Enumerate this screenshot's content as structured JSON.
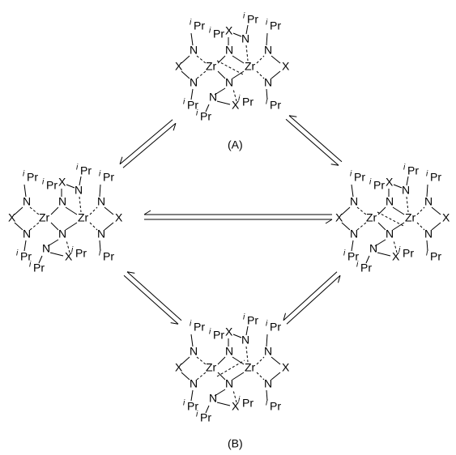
{
  "labels": {
    "metal": "Zr",
    "nitrogen": "N",
    "bridge": "X",
    "iso_prefix": "i",
    "isopropyl": "Pr",
    "caption_a": "(A)",
    "caption_b": "(B)"
  },
  "structures": [
    {
      "id": "A",
      "caption": "(A)",
      "position": "top"
    },
    {
      "id": "left",
      "caption": "",
      "position": "left"
    },
    {
      "id": "right",
      "caption": "",
      "position": "right"
    },
    {
      "id": "B",
      "caption": "(B)",
      "position": "bottom"
    }
  ],
  "equilibria": [
    {
      "from": "left",
      "to": "A"
    },
    {
      "from": "A",
      "to": "right"
    },
    {
      "from": "left",
      "to": "right"
    },
    {
      "from": "left",
      "to": "B"
    },
    {
      "from": "B",
      "to": "right"
    }
  ]
}
